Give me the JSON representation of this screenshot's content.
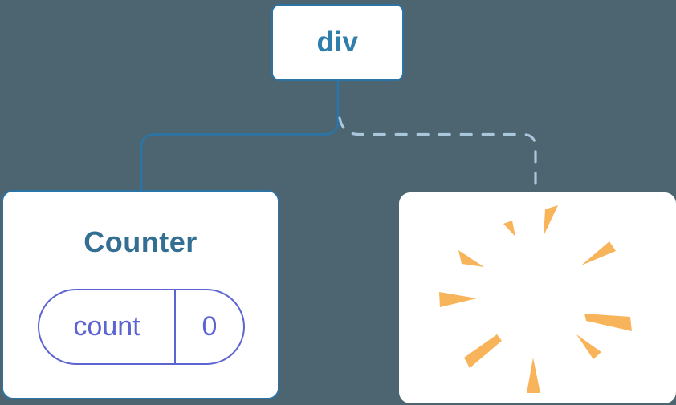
{
  "diagram": {
    "root_node": {
      "label": "div"
    },
    "counter_node": {
      "title": "Counter",
      "state": {
        "key": "count",
        "value": "0"
      }
    },
    "removed_node": {
      "icon": "poof-burst-icon"
    },
    "connectors": {
      "kept_child": "solid",
      "removed_child": "dashed"
    }
  },
  "colors": {
    "background": "#4C6571",
    "node_border": "#2B74A5",
    "solid_connector": "#2B74A5",
    "dashed_connector": "#A9C6DB",
    "root_label": "#2F7FAC",
    "counter_title": "#336E93",
    "state_accent": "#5C64D1",
    "poof": "#F8B45A",
    "card_background": "#FFFFFF"
  }
}
